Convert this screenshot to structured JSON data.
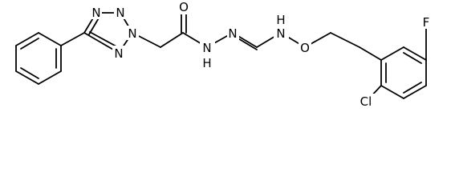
{
  "diagram": {
    "type": "chemical-structure",
    "atom_labels": {
      "tetrazole_n_upper_left": "N",
      "tetrazole_n_upper_right": "N",
      "tetrazole_n_substituted": "N",
      "tetrazole_n_lower": "N",
      "carbonyl_o": "O",
      "hydrazide_nh_n": "N",
      "hydrazide_nh_h": "H",
      "imine_n": "N",
      "amine_nh_h": "H",
      "amine_nh_n": "N",
      "ether_o": "O",
      "fluorine": "F",
      "chlorine": "Cl"
    }
  }
}
